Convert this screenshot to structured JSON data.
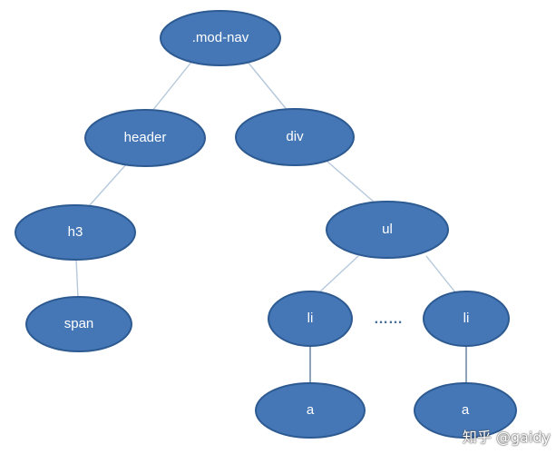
{
  "nodes": {
    "mod_nav": ".mod-nav",
    "header": "header",
    "div": "div",
    "h3": "h3",
    "ul": "ul",
    "span": "span",
    "li_1": "li",
    "li_2": "li",
    "a_1": "a",
    "a_2": "a"
  },
  "ellipsis": "……",
  "watermark": "知乎 @gaidy",
  "colors": {
    "node_fill": "#4577b7",
    "node_stroke": "#2d5a91",
    "edge": "#b5c8dc",
    "background": "#ffffff"
  }
}
